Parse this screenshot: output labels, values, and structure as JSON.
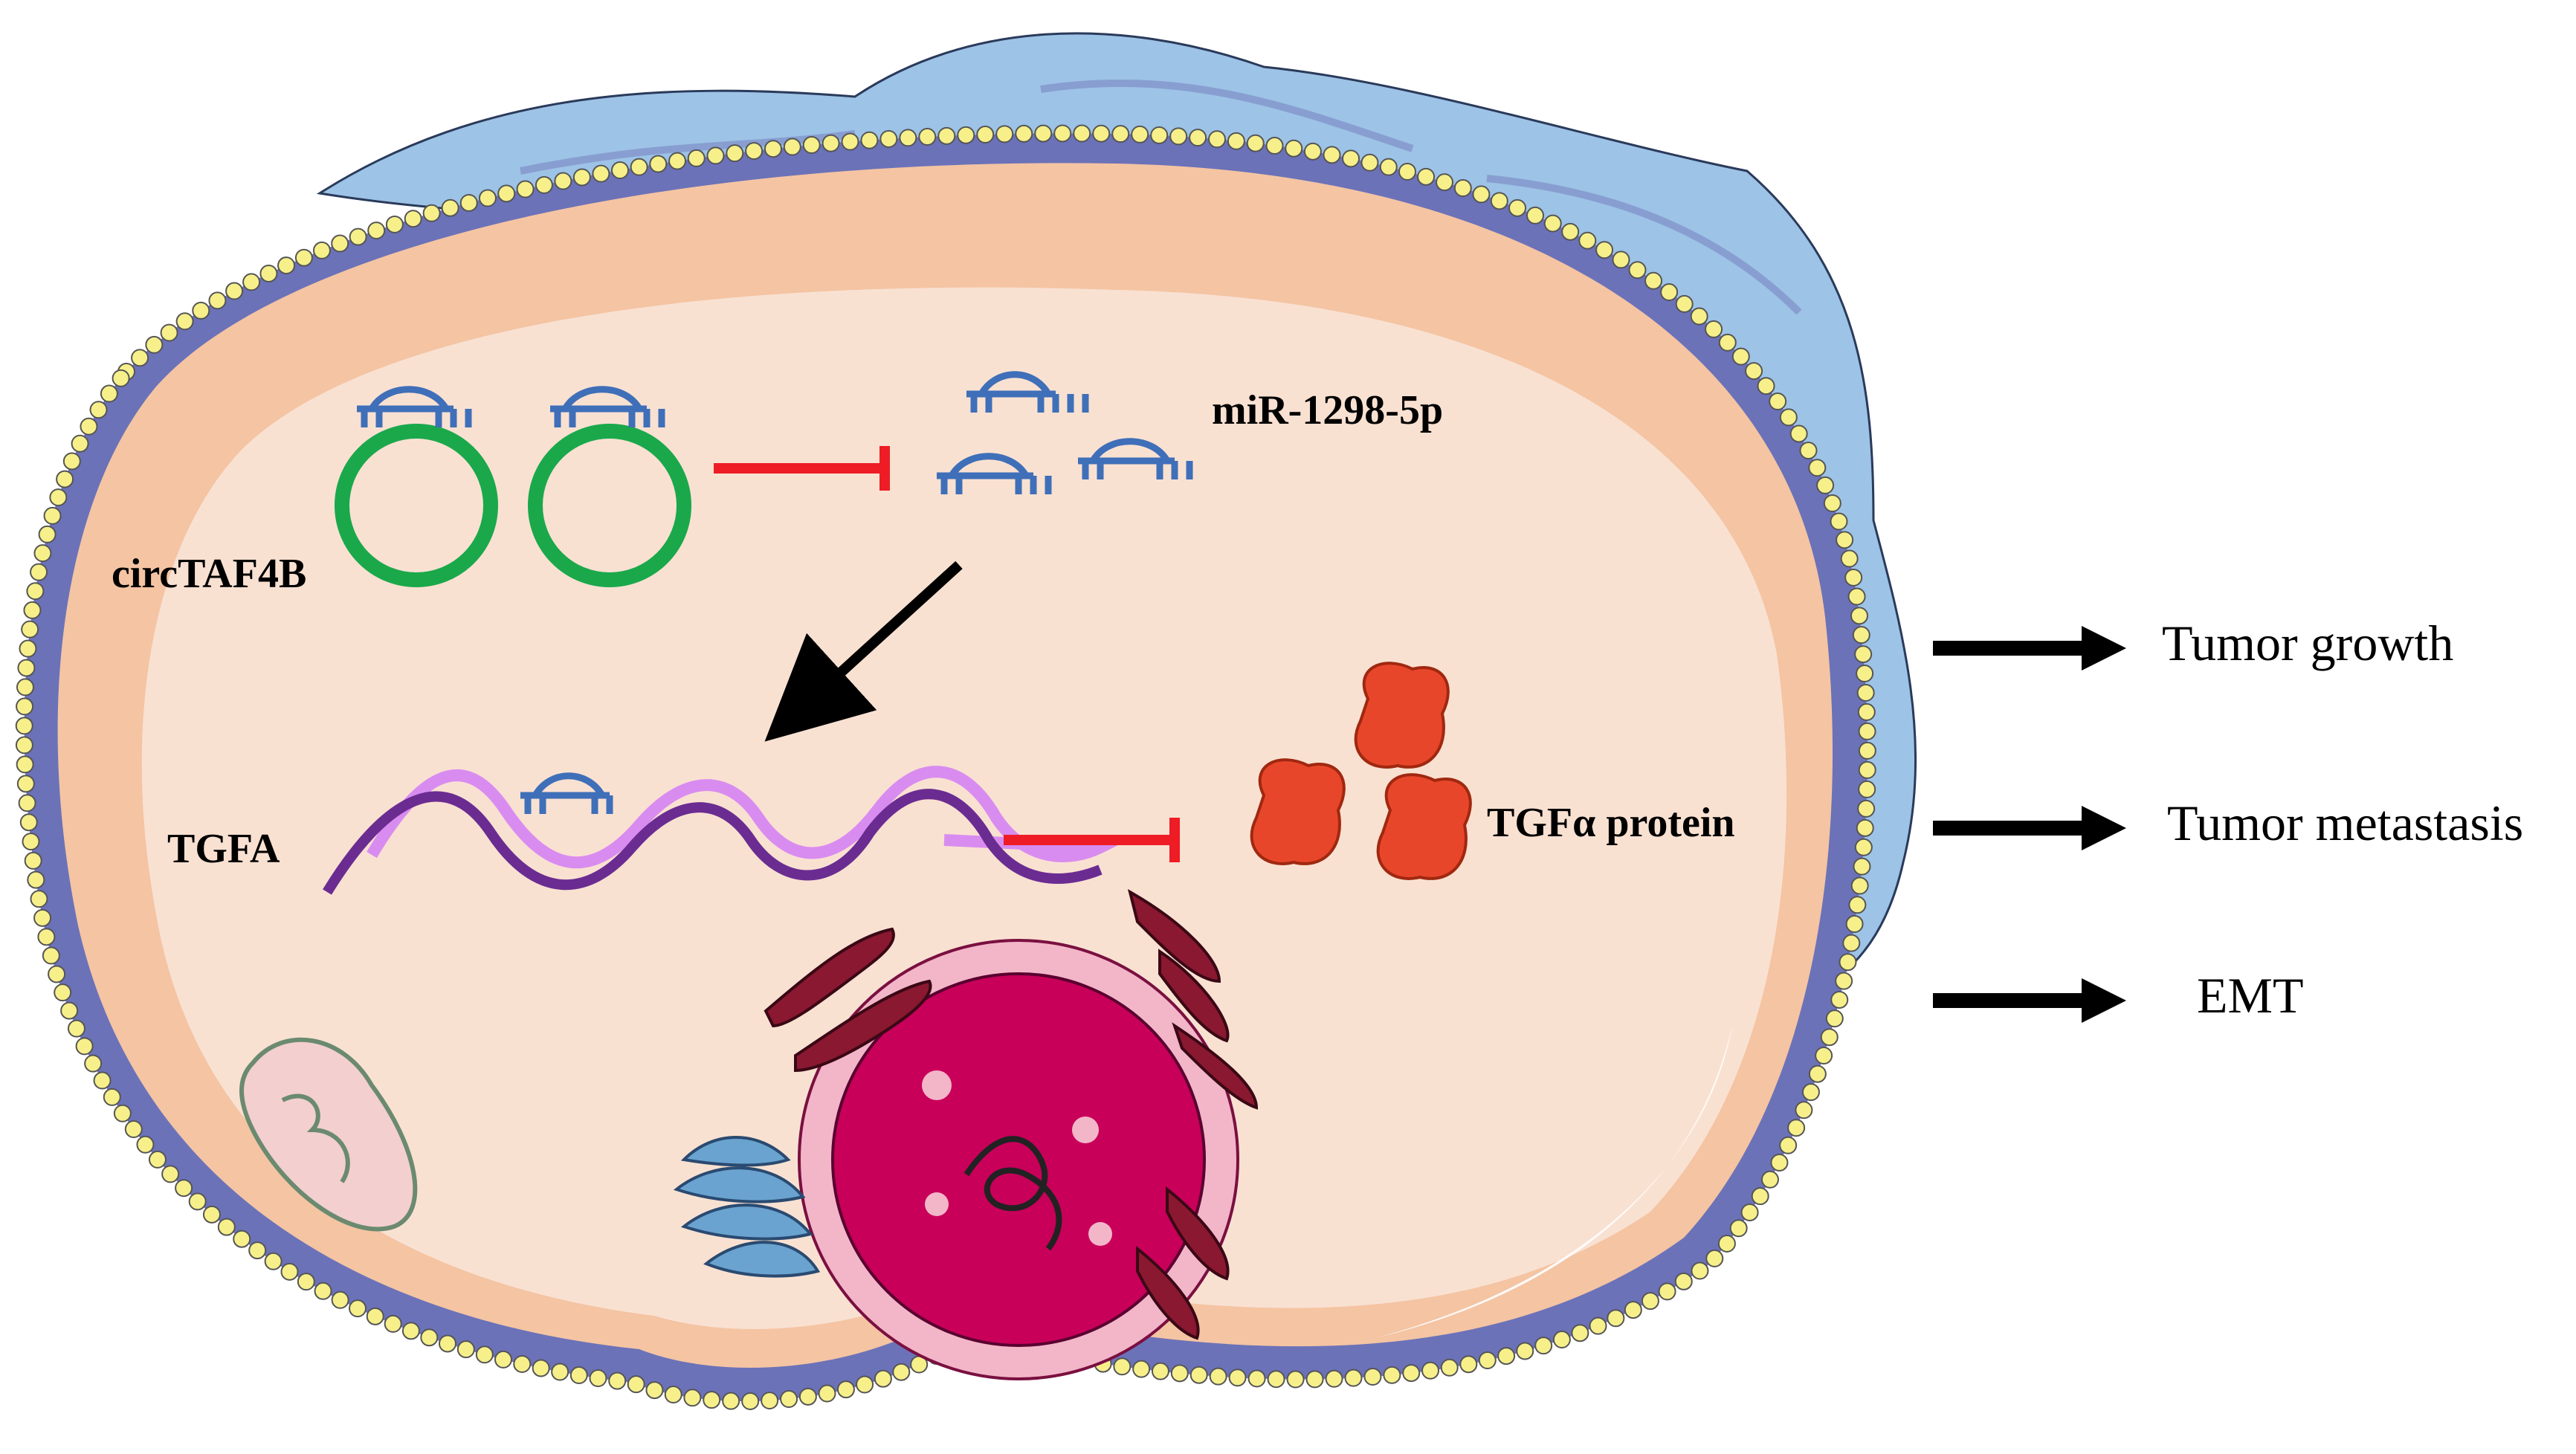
{
  "labels": {
    "circ": "circTAF4B",
    "mir": "miR-1298-5p",
    "tgfa": "TGFA",
    "protein": "TGFα protein"
  },
  "outcomes": [
    {
      "label": "Tumor growth"
    },
    {
      "label": "Tumor metastasis"
    },
    {
      "label": "EMT"
    }
  ],
  "colors": {
    "membrane_head": "#f7f08a",
    "membrane_tail": "#6b72b8",
    "cytoplasm": "#f9e1d2",
    "cortex": "#f4c4a3",
    "cell_top": "#9dc3e6",
    "circ_ring": "#1aa84b",
    "mirna": "#3f6fb8",
    "inhibit": "#ee1c25",
    "arrow": "#000000",
    "mrna_light": "#d98cf0",
    "mrna_dark": "#6b2c91",
    "protein": "#e8462a",
    "nucleus": "#c8005a",
    "er": "#8a1830",
    "golgi": "#6aa3d0",
    "mito": "#f3cfcf"
  },
  "icons": [
    "circular-rna-icon",
    "mirna-icon",
    "mrna-icon",
    "protein-icon",
    "nucleus-icon",
    "mitochondrion-icon",
    "golgi-icon",
    "er-icon"
  ]
}
